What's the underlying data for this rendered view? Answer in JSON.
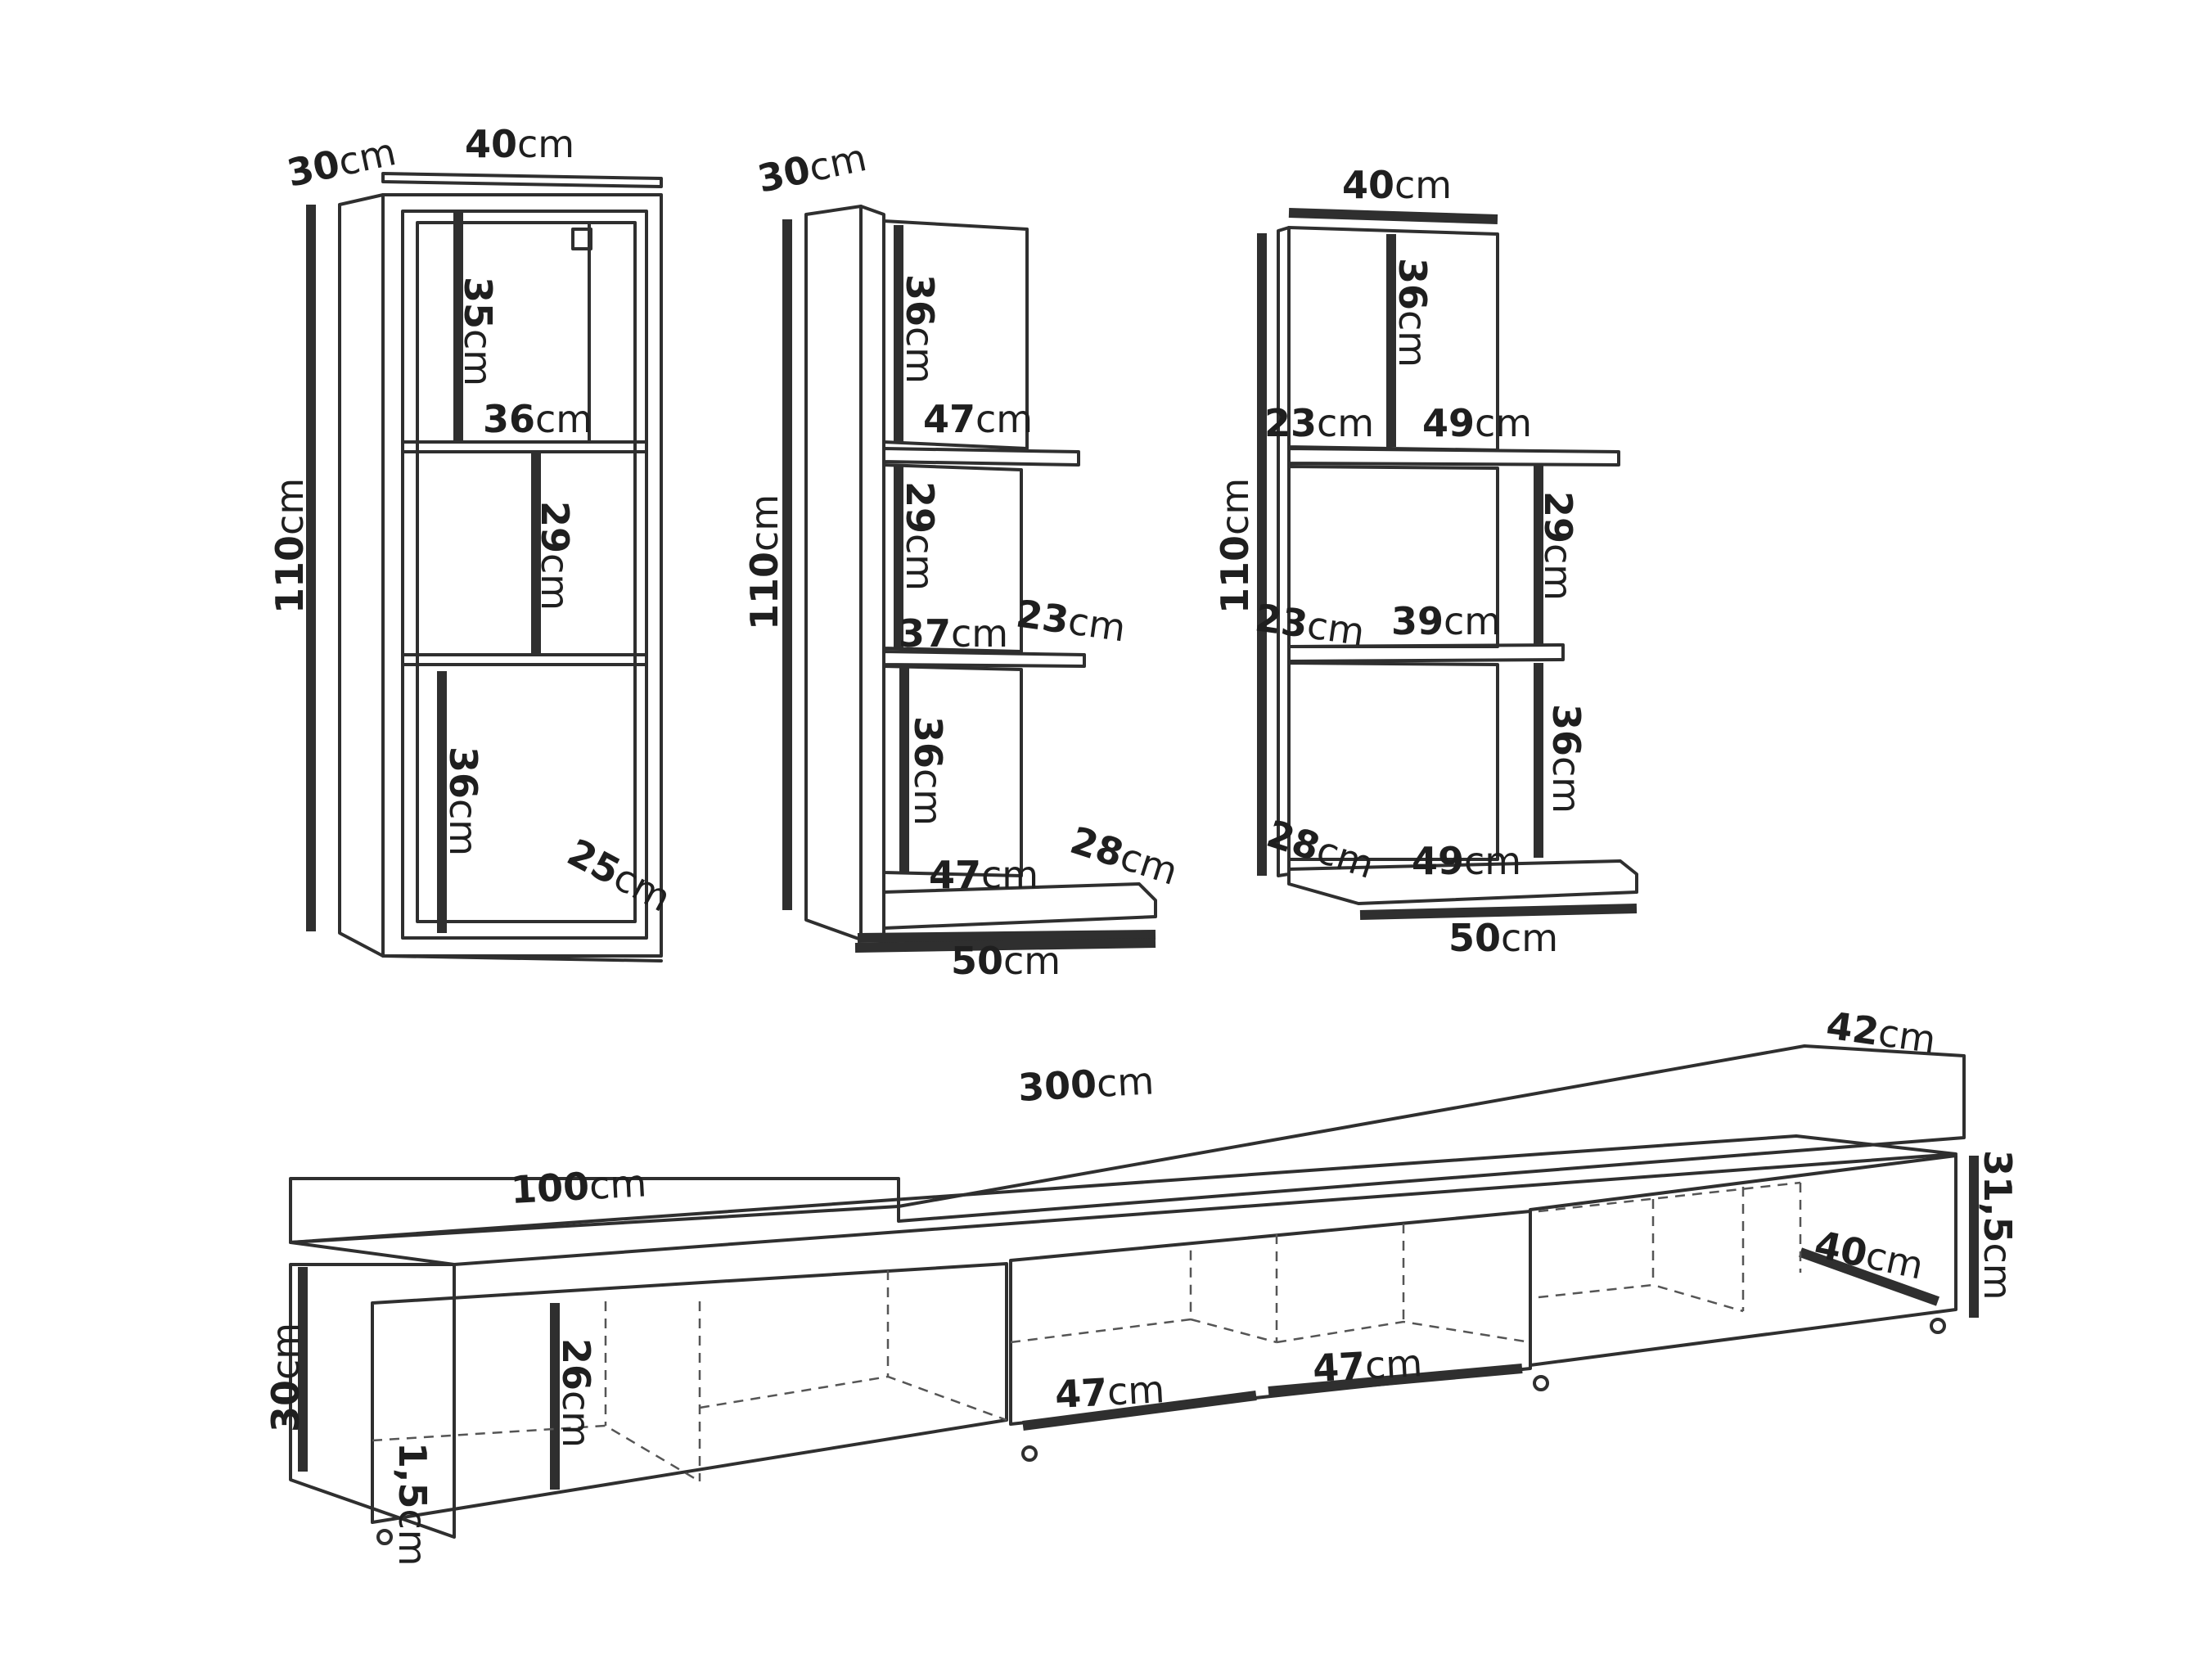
{
  "unit": "cm",
  "cabinet_left": {
    "depth": "30",
    "width": "40",
    "height": "110",
    "shelf_top_height": "35",
    "shelf_top_width": "36",
    "shelf_mid_height": "29",
    "shelf_bottom_height": "36",
    "inner_depth": "25"
  },
  "shelf_unit_middle": {
    "depth": "30",
    "height": "110",
    "top_height": "36",
    "top_shelf_width": "47",
    "mid_height": "29",
    "mid_shelf_width": "37",
    "mid_shelf_depth": "23",
    "bottom_height": "36",
    "base_width": "47",
    "base_depth": "28",
    "base_total": "50"
  },
  "shelf_unit_right": {
    "width": "40",
    "height": "110",
    "top_height": "36",
    "top_shelf_depth": "23",
    "top_shelf_width": "49",
    "mid_height": "29",
    "mid_shelf_depth": "23",
    "mid_shelf_width": "39",
    "bottom_height": "36",
    "base_depth": "28",
    "base_width": "49",
    "base_total": "50"
  },
  "tv_bench": {
    "total_length": "300",
    "depth": "42",
    "height": "31,5",
    "module_length": "100",
    "front_height": "30",
    "inner_height": "26",
    "plinth": "1,5",
    "compartment_a": "47",
    "compartment_b": "47",
    "inner_depth": "40"
  }
}
